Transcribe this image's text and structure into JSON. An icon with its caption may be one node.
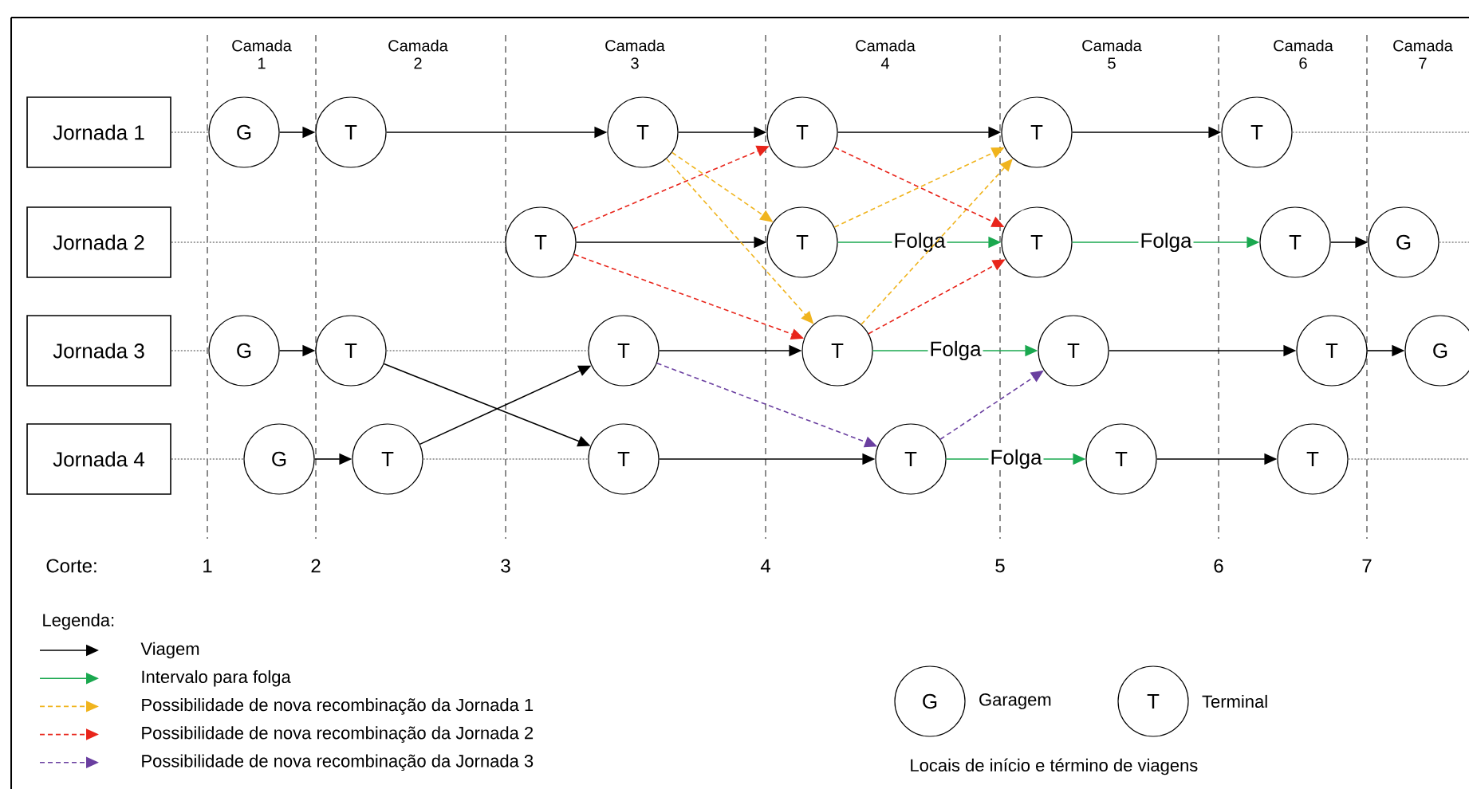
{
  "diagram": {
    "nodes": [
      {
        "text": [
          "Jornada 1"
        ]
      },
      {
        "text": [
          "G"
        ]
      },
      {
        "text": [
          "T"
        ]
      },
      {
        "text": [
          "T"
        ]
      },
      {
        "text": [
          "T"
        ]
      },
      {
        "text": [
          "T"
        ]
      },
      {
        "text": [
          "T"
        ]
      },
      {
        "text": [
          "Jornada 2"
        ]
      },
      {
        "text": [
          "T"
        ]
      },
      {
        "text": [
          "T"
        ]
      },
      {
        "text": [
          "T"
        ]
      },
      {
        "text": [
          "T"
        ]
      },
      {
        "text": [
          "G"
        ]
      },
      {
        "text": [
          "Jornada 3"
        ]
      },
      {
        "text": [
          "G"
        ]
      },
      {
        "text": [
          "T"
        ]
      },
      {
        "text": [
          "T"
        ]
      },
      {
        "text": [
          "T"
        ]
      },
      {
        "text": [
          "T"
        ]
      },
      {
        "text": [
          "T"
        ]
      },
      {
        "text": [
          "G"
        ]
      },
      {
        "text": [
          "Jornada 4"
        ]
      },
      {
        "text": [
          "G"
        ]
      },
      {
        "text": [
          "T"
        ]
      },
      {
        "text": [
          "T"
        ]
      },
      {
        "text": [
          "T"
        ]
      },
      {
        "text": [
          "T"
        ]
      },
      {
        "text": [
          "T"
        ]
      },
      {
        "text": [
          "G"
        ],
        "beside": [
          "Garagem"
        ]
      },
      {
        "text": [
          "T"
        ],
        "beside": [
          "Terminal"
        ]
      }
    ],
    "edges": [
      {
        "from": 1,
        "to": 2,
        "arrow": "to"
      },
      {
        "from": 2,
        "to": 3,
        "arrow": "to"
      },
      {
        "from": 3,
        "to": 4,
        "arrow": "to"
      },
      {
        "from": 4,
        "to": 5,
        "arrow": "to"
      },
      {
        "from": 5,
        "to": 6,
        "arrow": "to"
      },
      {
        "from": 8,
        "to": 9,
        "arrow": "to"
      },
      {
        "from": 9,
        "to": 10,
        "arrow": "to",
        "label": "Folga",
        "color": "#1aa84f"
      },
      {
        "from": 10,
        "to": 11,
        "arrow": "to",
        "label": "Folga",
        "color": "#1aa84f"
      },
      {
        "from": 11,
        "to": 12,
        "arrow": "to"
      },
      {
        "from": 14,
        "to": 15,
        "arrow": "to"
      },
      {
        "from": 15,
        "to": 24,
        "arrow": "to"
      },
      {
        "from": 23,
        "to": 16,
        "arrow": "to"
      },
      {
        "from": 16,
        "to": 17,
        "arrow": "to"
      },
      {
        "from": 17,
        "to": 18,
        "arrow": "to",
        "label": "Folga",
        "color": "#1aa84f"
      },
      {
        "from": 18,
        "to": 19,
        "arrow": "to"
      },
      {
        "from": 19,
        "to": 20,
        "arrow": "to"
      },
      {
        "from": 22,
        "to": 23,
        "arrow": "to"
      },
      {
        "from": 24,
        "to": 25,
        "arrow": "to"
      },
      {
        "from": 25,
        "to": 26,
        "arrow": "to",
        "label": "Folga",
        "color": "#1aa84f"
      },
      {
        "from": 26,
        "to": 27,
        "arrow": "to"
      },
      {
        "from": 3,
        "to": 9,
        "arrow": "to",
        "style": "dashed",
        "color": "#f0b41e"
      },
      {
        "from": 3,
        "to": 17,
        "arrow": "to",
        "style": "dashed",
        "color": "#f0b41e"
      },
      {
        "from": 9,
        "to": 5,
        "arrow": "to",
        "style": "dashed",
        "color": "#f0b41e"
      },
      {
        "from": 17,
        "to": 5,
        "arrow": "to",
        "style": "dashed",
        "color": "#f0b41e"
      },
      {
        "from": 8,
        "to": 4,
        "arrow": "to",
        "style": "dashed",
        "color": "#e8251b"
      },
      {
        "from": 8,
        "to": 17,
        "arrow": "to",
        "style": "dashed",
        "color": "#e8251b"
      },
      {
        "from": 4,
        "to": 10,
        "arrow": "to",
        "style": "dashed",
        "color": "#e8251b"
      },
      {
        "from": 17,
        "to": 10,
        "arrow": "to",
        "style": "dashed",
        "color": "#e8251b"
      },
      {
        "from": 16,
        "to": 25,
        "arrow": "to",
        "style": "dashed",
        "color": "#6a3fa0"
      },
      {
        "from": 25,
        "to": 18,
        "arrow": "to",
        "style": "dashed",
        "color": "#6a3fa0"
      },
      {
        "from": 0,
        "to": 1,
        "arrow": "none",
        "style": "dashed",
        "color": "#808080"
      },
      {
        "from": 7,
        "to": 8,
        "arrow": "none",
        "style": "dashed",
        "color": "#808080"
      },
      {
        "from": 13,
        "to": 14,
        "arrow": "none",
        "style": "dashed",
        "color": "#808080"
      },
      {
        "from": 21,
        "to": 22,
        "arrow": "none",
        "style": "dashed",
        "color": "#808080"
      },
      {
        "from": 15,
        "to": 16,
        "arrow": "none",
        "style": "dashed",
        "color": "#808080"
      },
      {
        "from": 23,
        "to": 24,
        "arrow": "none",
        "style": "dashed",
        "color": "#808080"
      },
      {
        "from": 6,
        "to": null,
        "arrow": "none",
        "style": "dashed",
        "color": "#808080"
      },
      {
        "from": 12,
        "to": null,
        "arrow": "none",
        "style": "dashed",
        "color": "#808080"
      },
      {
        "from": 27,
        "to": null,
        "arrow": "none",
        "style": "dashed",
        "color": "#808080"
      }
    ],
    "labels": [
      "Camada 1",
      "Camada 2",
      "Camada 3",
      "Camada 4",
      "Camada 5",
      "Camada 6",
      "Camada 7",
      "Corte:",
      "1",
      "2",
      "3",
      "4",
      "5",
      "6",
      "7",
      "Legenda:",
      "Locais de início e término de viagens"
    ],
    "legend": [
      {
        "text": "Viagem",
        "color": "#000000"
      },
      {
        "text": "Intervalo para folga",
        "color": "#1aa84f"
      },
      {
        "text": "Possibilidade de nova recombinação da Jornada 1",
        "color": "#f0b41e"
      },
      {
        "text": "Possibilidade de nova recombinação da Jornada 2",
        "color": "#e8251b"
      },
      {
        "text": "Possibilidade de nova recombinação da Jornada 3",
        "color": "#6a3fa0"
      }
    ]
  }
}
